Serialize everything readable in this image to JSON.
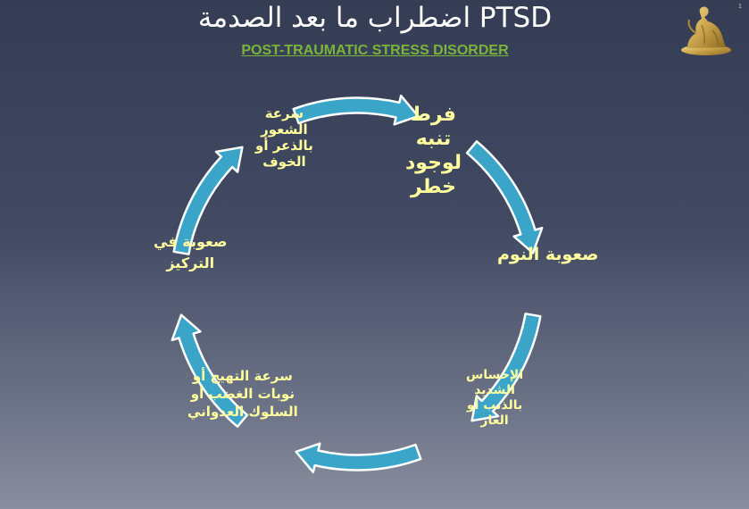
{
  "slide": {
    "title": "اضطراب ما بعد الصدمة PTSD",
    "subtitle": "POST-TRAUMATIC STRESS DISORDER",
    "slide_number": "1"
  },
  "cycle": {
    "arrow_color": "#3ba4c9",
    "arrow_outline": "#ffffff",
    "label_color": "#ffff9e",
    "items": [
      {
        "lines": [
          "فرط",
          "تنبه",
          "لوجود",
          "خطر"
        ]
      },
      {
        "lines": [
          "صعوبة النوم"
        ]
      },
      {
        "lines": [
          "الإحساس",
          "الشديد",
          "بالذنب أو",
          "العار"
        ]
      },
      {
        "lines": [
          "سرعة التهيج أو",
          "نوبات الغضب أو",
          "السلوك العدواني"
        ]
      },
      {
        "lines": [
          "صعوبة في",
          "التركيز"
        ]
      },
      {
        "lines": [
          "سرعة",
          "الشعور",
          "بالذعر أو",
          "الخوف"
        ]
      }
    ]
  }
}
